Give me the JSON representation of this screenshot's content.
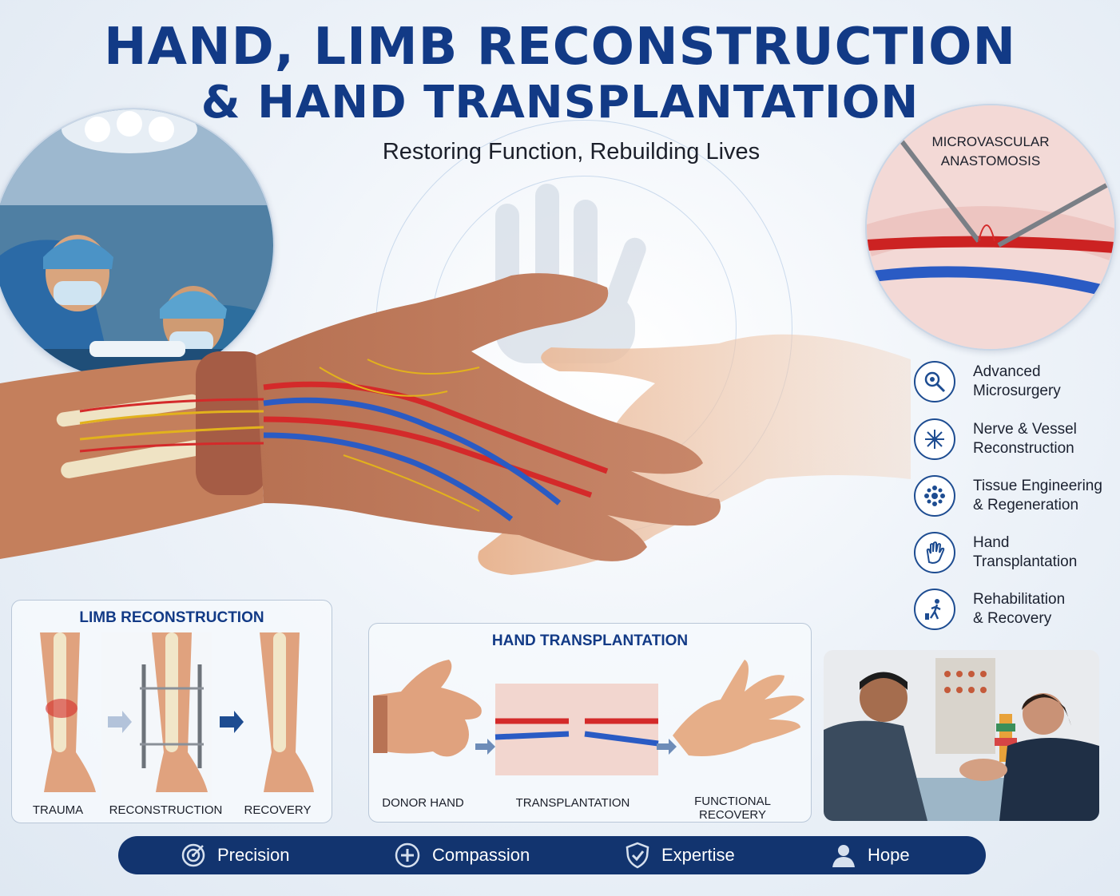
{
  "header": {
    "title_line1": "HAND, LIMB RECONSTRUCTION",
    "title_line2": "& HAND TRANSPLANTATION",
    "subtitle": "Restoring Function, Rebuilding Lives"
  },
  "microvascular": {
    "label_line1": "MICROVASCULAR",
    "label_line2": "ANASTOMOSIS"
  },
  "features": [
    {
      "line1": "Advanced",
      "line2": "Microsurgery",
      "icon": "magnifier-icon"
    },
    {
      "line1": "Nerve & Vessel",
      "line2": "Reconstruction",
      "icon": "nerve-icon"
    },
    {
      "line1": "Tissue Engineering",
      "line2": "& Regeneration",
      "icon": "cells-icon"
    },
    {
      "line1": "Hand",
      "line2": "Transplantation",
      "icon": "hand-icon"
    },
    {
      "line1": "Rehabilitation",
      "line2": "& Recovery",
      "icon": "rehab-icon"
    }
  ],
  "limb_panel": {
    "title": "LIMB RECONSTRUCTION",
    "steps": [
      "TRAUMA",
      "RECONSTRUCTION",
      "RECOVERY"
    ]
  },
  "hand_panel": {
    "title": "HAND TRANSPLANTATION",
    "steps": [
      "DONOR HAND",
      "TRANSPLANTATION",
      "FUNCTIONAL RECOVERY"
    ]
  },
  "values_bar": [
    {
      "label": "Precision",
      "icon": "target-icon"
    },
    {
      "label": "Compassion",
      "icon": "plus-circle-icon"
    },
    {
      "label": "Expertise",
      "icon": "shield-check-icon"
    },
    {
      "label": "Hope",
      "icon": "person-icon"
    }
  ],
  "colors": {
    "brand_navy": "#12346f",
    "title_blue": "#123a86",
    "artery_red": "#d42a2a",
    "vein_blue": "#2a5bc4",
    "nerve_yellow": "#e2b21c"
  }
}
